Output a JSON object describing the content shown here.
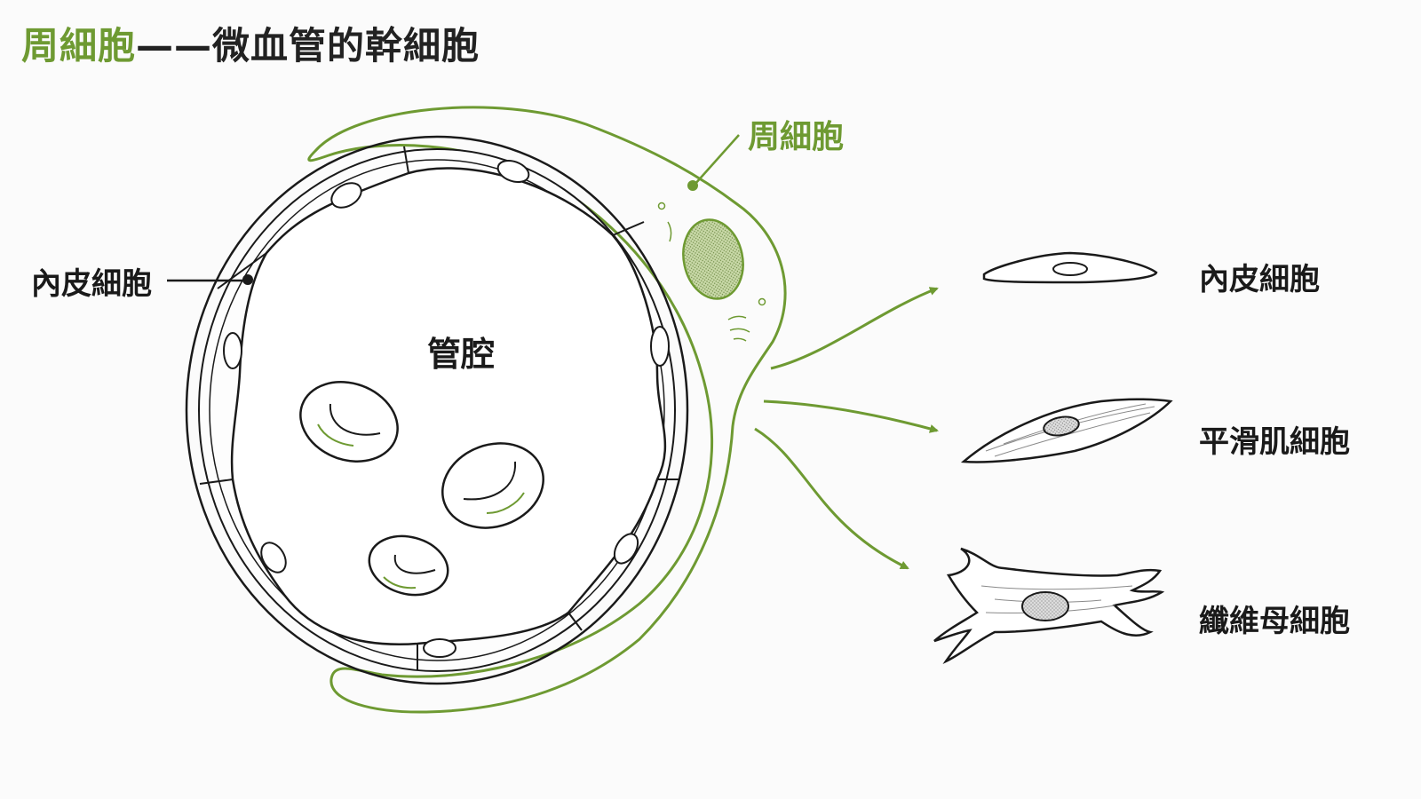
{
  "title": {
    "accent": "周細胞",
    "rest": "——微血管的幹細胞"
  },
  "labels": {
    "pericyte": "周細胞",
    "endothelial_left": "內皮細胞",
    "lumen": "管腔",
    "endothelial_right": "內皮細胞",
    "smooth_muscle": "平滑肌細胞",
    "fibroblast": "纖維母細胞"
  },
  "colors": {
    "accent": "#6e9a32",
    "line": "#1a1a1a",
    "background": "#fbfbfb"
  }
}
